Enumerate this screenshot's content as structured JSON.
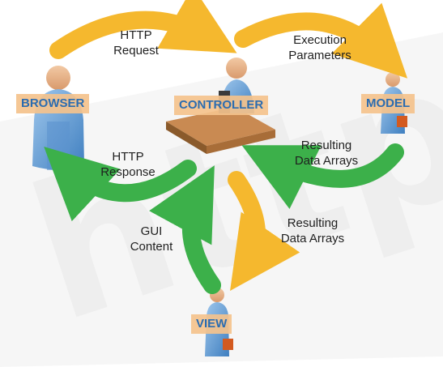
{
  "nodes": {
    "browser": "BROWSER",
    "controller": "CONTROLLER",
    "model": "MODEL",
    "view": "VIEW"
  },
  "flows": {
    "http_request": [
      "HTTP",
      "Request"
    ],
    "execution_parameters": [
      "Execution",
      "Parameters"
    ],
    "resulting_data_arrays_model": [
      "Resulting",
      "Data Arrays"
    ],
    "http_response": [
      "HTTP",
      "Response"
    ],
    "gui_content": [
      "GUI",
      "Content"
    ],
    "resulting_data_arrays_view": [
      "Resulting",
      "Data Arrays"
    ]
  },
  "colors": {
    "request_arrow": "#f5b82e",
    "response_arrow": "#3cb04a",
    "node_label_bg": "#f4c28c",
    "node_label_text": "#2b6cb0",
    "watermark": "#c8c8c8"
  }
}
